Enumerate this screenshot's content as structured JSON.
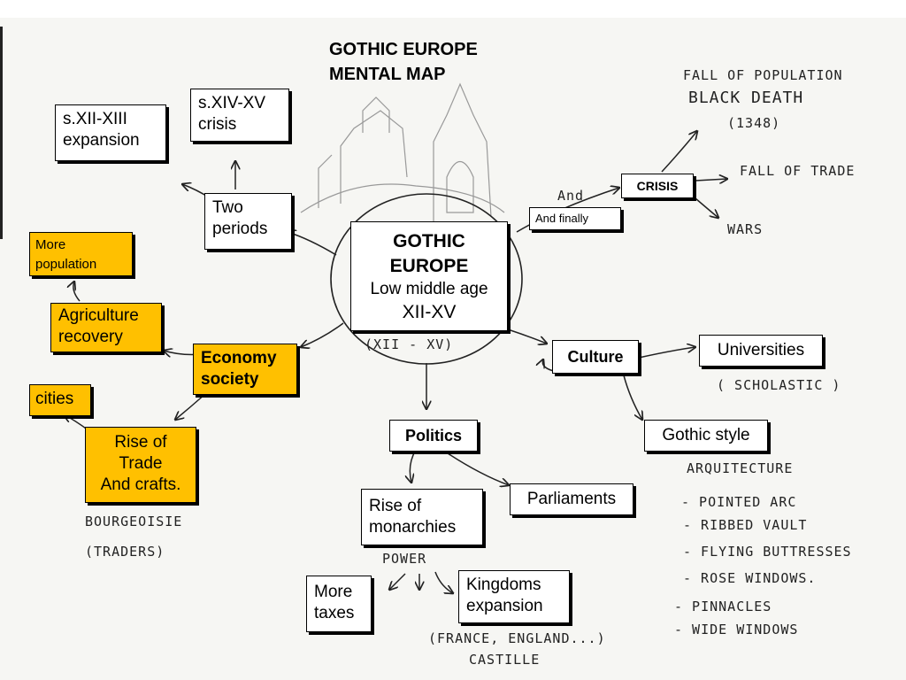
{
  "title": "GOTHIC EUROPE\nMENTAL MAP",
  "center": {
    "line1": "GOTHIC",
    "line2": "EUROPE",
    "line3": "Low middle age",
    "line4": "XII-XV",
    "handwritten": "(XII - XV)"
  },
  "nodes": {
    "two_periods": "Two\nperiods",
    "expansion": "s.XII-XIII\nexpansion",
    "crisis_period": "s.XIV-XV\ncrisis",
    "economy_society": "Economy\nsociety",
    "more_population": "More\npopulation",
    "agriculture_recovery": "Agriculture\nrecovery",
    "cities": "cities",
    "rise_of_trade": "Rise of\nTrade\nAnd crafts.",
    "crisis": "CRISIS",
    "and_finally": "And finally",
    "culture": "Culture",
    "universities": "Universities",
    "gothic_style": "Gothic style",
    "politics": "Politics",
    "rise_of_monarchies": "Rise of\nmonarchies",
    "parliaments": "Parliaments",
    "more_taxes": "More\ntaxes",
    "kingdoms_expansion": "Kingdoms\nexpansion"
  },
  "handwritten": {
    "fall_of_population": "FALL OF POPULATION",
    "black_death": "BLACK DEATH",
    "black_death_year": "(1348)",
    "fall_of_trade": "FALL OF TRADE",
    "wars": "WARS",
    "scholastic": "( SCHOLASTIC )",
    "architecture": "ARQUITECTURE",
    "pointed_arc": "- POINTED ARC",
    "ribbed_vault": "- RIBBED VAULT",
    "flying_buttresses": "- FLYING BUTTRESSES",
    "rose_windows": "- ROSE WINDOWS.",
    "pinnacles": "- PINNACLES",
    "wide_windows": "- WIDE WINDOWS",
    "bourgeoisie": "BOURGEOISIE",
    "traders": "(TRADERS)",
    "power": "POWER",
    "countries": "(FRANCE, ENGLAND...)",
    "castille": "CASTILLE",
    "and_scribble": "And"
  },
  "colors": {
    "highlight": "#ffc000",
    "box": "#ffffff",
    "ink": "#000000"
  }
}
